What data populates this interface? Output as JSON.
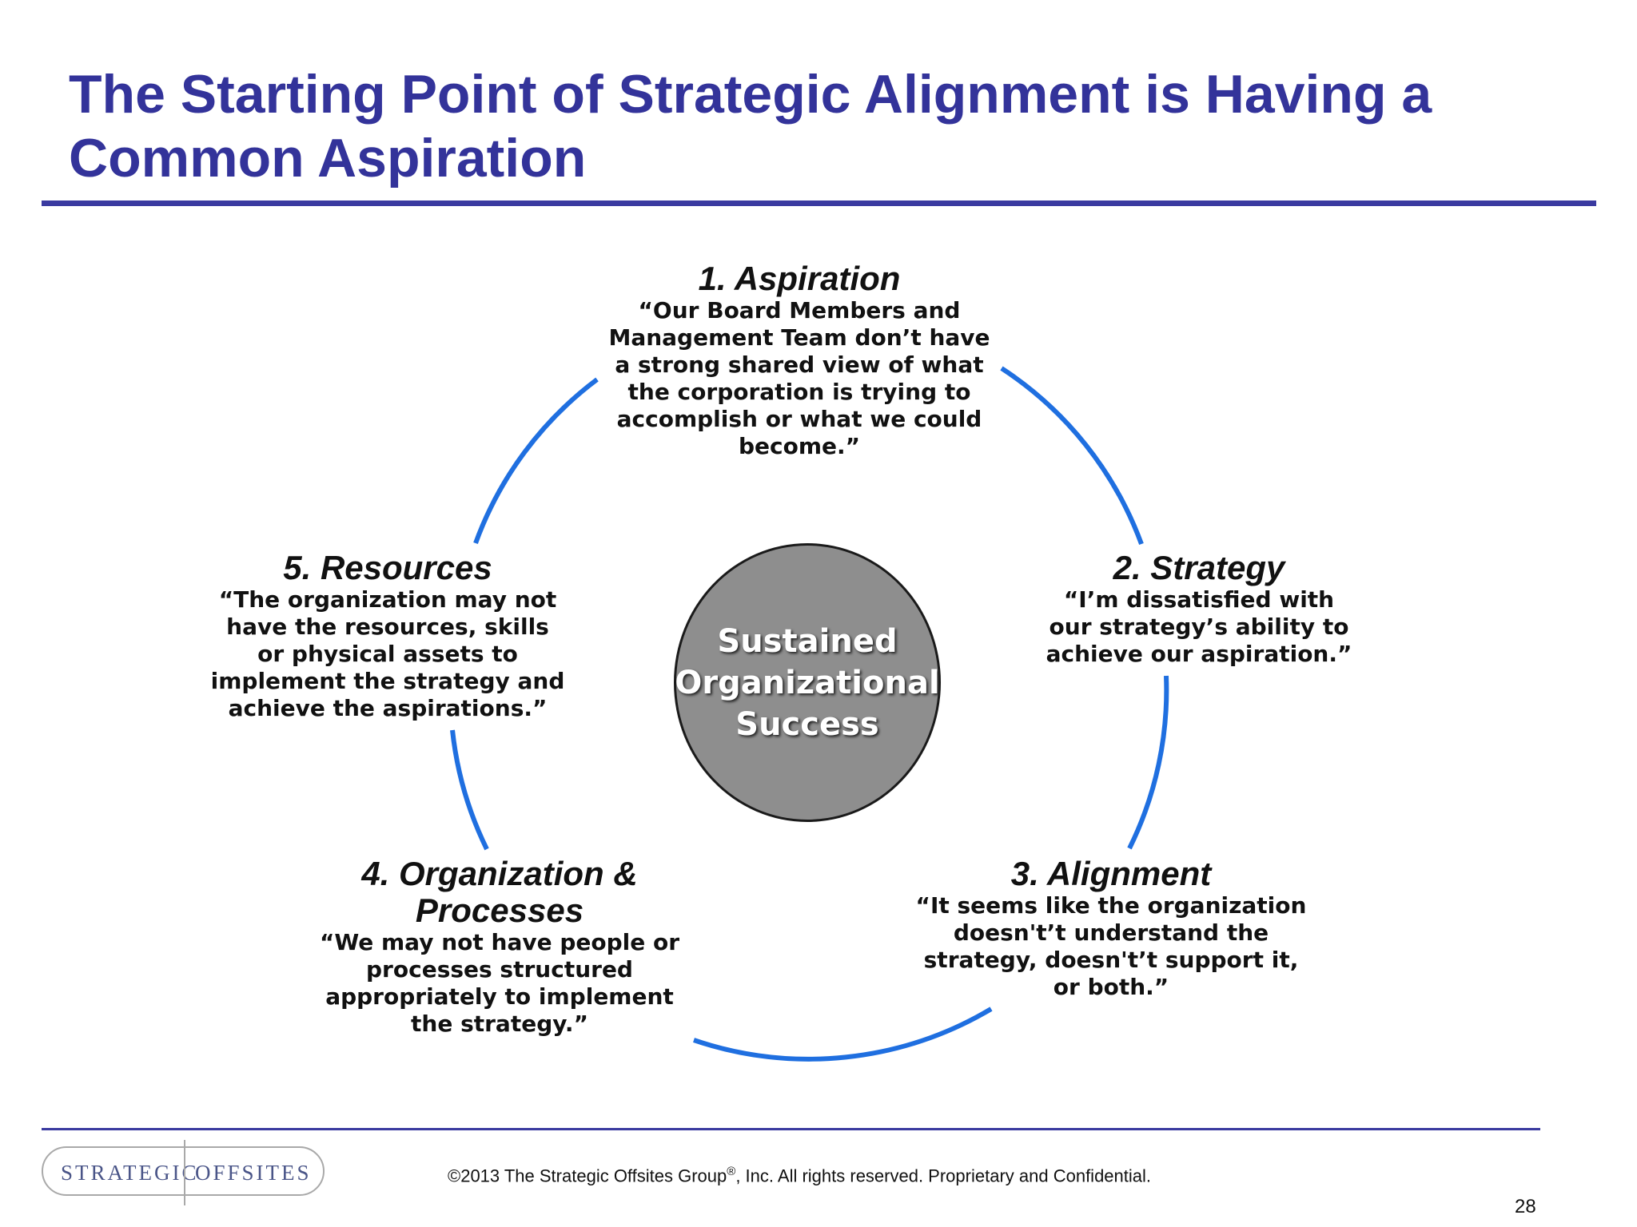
{
  "slide": {
    "title_lines": [
      "The Starting Point of Strategic Alignment is Having a",
      "Common Aspiration"
    ],
    "accent_color": "#33339a",
    "cycle_color": "#1f6fe0",
    "hub_color": "#8e8e8e"
  },
  "diagram": {
    "center_lines": [
      "Sustained",
      "Organizational",
      "Success"
    ],
    "stages": [
      {
        "title_lines": [
          "1.  Aspiration"
        ],
        "quote_lines": [
          "“Our Board Members and",
          "Management Team don’t have",
          "a strong shared view of what",
          "the corporation is trying to",
          "accomplish or what we could",
          "become.”"
        ]
      },
      {
        "title_lines": [
          "2.  Strategy"
        ],
        "quote_lines": [
          "“I’m dissatisfied with",
          "our strategy’s ability to",
          "achieve our aspiration.”"
        ]
      },
      {
        "title_lines": [
          "3.  Alignment"
        ],
        "quote_lines": [
          "“It seems like the organization",
          "doesn't’t understand the",
          "strategy, doesn't’t support it,",
          "or both.”"
        ]
      },
      {
        "title_lines": [
          "4.  Organization &",
          "Processes"
        ],
        "quote_lines": [
          "“We may not have people or",
          "processes structured",
          "appropriately to implement",
          "the strategy.”"
        ]
      },
      {
        "title_lines": [
          "5.  Resources"
        ],
        "quote_lines": [
          "“The organization may not",
          "have the resources, skills",
          "or physical assets to",
          "implement the strategy and",
          "achieve the aspirations.”"
        ]
      }
    ]
  },
  "footer": {
    "logo_left": "STRATEGIC",
    "logo_right": "OFFSITES",
    "copyright_pre": "©2013 The Strategic Offsites Group",
    "copyright_mark": "®",
    "copyright_post": ", Inc.  All rights reserved. Proprietary and Confidential.",
    "page_number": "28"
  }
}
